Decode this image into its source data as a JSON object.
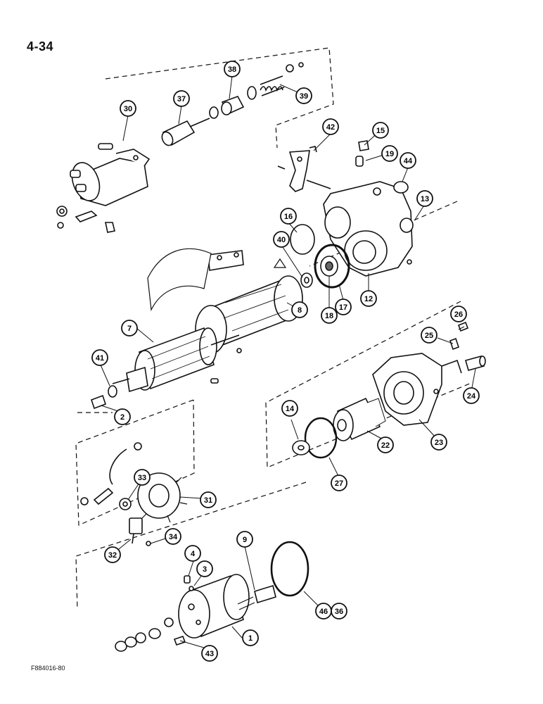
{
  "page": {
    "number": "4-34",
    "figure_code": "F884016-80"
  },
  "callouts": [
    "30",
    "37",
    "38",
    "39",
    "42",
    "15",
    "19",
    "44",
    "13",
    "16",
    "40",
    "17",
    "18",
    "12",
    "8",
    "7",
    "41",
    "2",
    "26",
    "25",
    "24",
    "14",
    "22",
    "23",
    "27",
    "33",
    "31",
    "32",
    "34",
    "4",
    "3",
    "9",
    "46",
    "36",
    "1",
    "43"
  ],
  "colors": {
    "ink": "#111111",
    "paper": "#ffffff",
    "shade": "#bdbdbd"
  }
}
